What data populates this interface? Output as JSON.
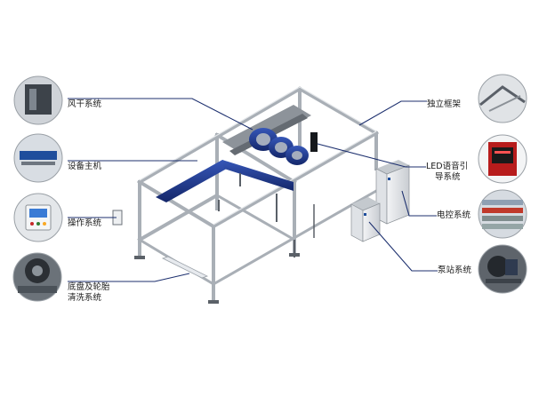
{
  "labels": {
    "air_dry": "风干系统",
    "main_unit": "设备主机",
    "operation": "操作系统",
    "chassis_line1": "底盘及轮胎",
    "chassis_line2": "清洗系统",
    "frame": "独立框架",
    "led_line1": "LED语音引",
    "led_line2": "导系统",
    "electric": "电控系统",
    "pump": "泵站系统"
  },
  "colors": {
    "frame": "#b9bec4",
    "frame_dark": "#7d838a",
    "brush_blue": "#1f3a8f",
    "leader_line": "#1c2f6e",
    "cabinet": "#e9ecef"
  }
}
